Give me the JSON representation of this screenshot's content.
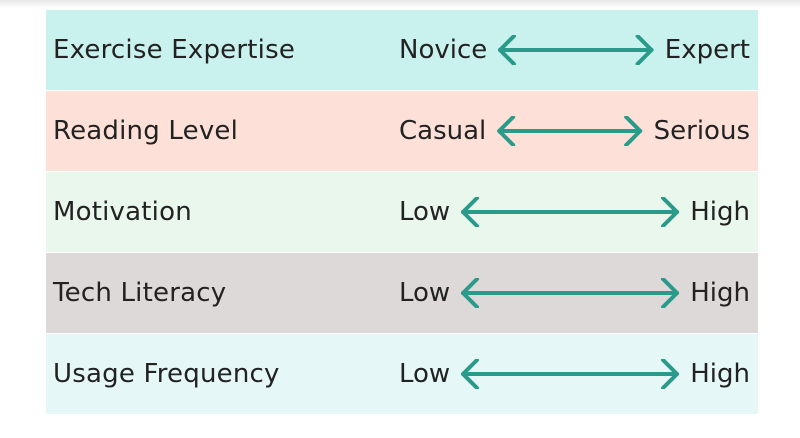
{
  "colors": {
    "arrow": "#2a9a8a",
    "text": "#222222"
  },
  "rows": [
    {
      "label": "Exercise Expertise",
      "low": "Novice",
      "high": "Expert",
      "bg": "#c9f1ee"
    },
    {
      "label": "Reading Level",
      "low": "Casual",
      "high": "Serious",
      "bg": "#fde1d8"
    },
    {
      "label": "Motivation",
      "low": "Low",
      "high": "High",
      "bg": "#eaf7ec"
    },
    {
      "label": "Tech Literacy",
      "low": "Low",
      "high": "High",
      "bg": "#ddd9d9"
    },
    {
      "label": "Usage Frequency",
      "low": "Low",
      "high": "High",
      "bg": "#e5f7f7"
    }
  ]
}
